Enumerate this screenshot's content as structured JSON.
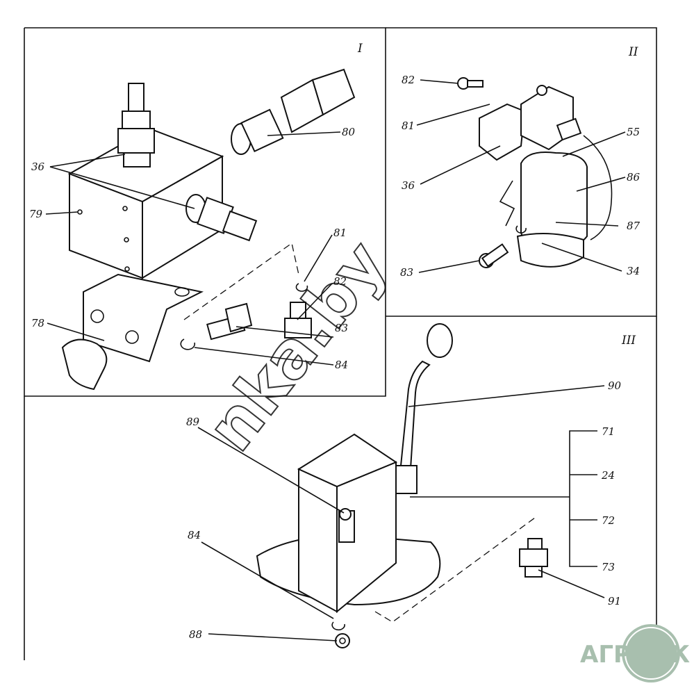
{
  "panels": {
    "panel1": {
      "numeral": "I",
      "labels": {
        "l36": "36",
        "l79": "79",
        "l78": "78",
        "l80": "80",
        "l81": "81",
        "l82": "82",
        "l83": "83",
        "l84": "84"
      }
    },
    "panel2": {
      "numeral": "II",
      "labels": {
        "l82": "82",
        "l81": "81",
        "l36": "36",
        "l55": "55",
        "l86": "86",
        "l87": "87",
        "l83": "83",
        "l34": "34"
      }
    },
    "panel3": {
      "numeral": "III",
      "labels": {
        "l90": "90",
        "l89": "89",
        "l71": "71",
        "l24": "24",
        "l72": "72",
        "l73": "73",
        "l84": "84",
        "l88": "88",
        "l91": "91"
      }
    }
  },
  "watermark": "nka.by",
  "logo": "АГРОНК"
}
